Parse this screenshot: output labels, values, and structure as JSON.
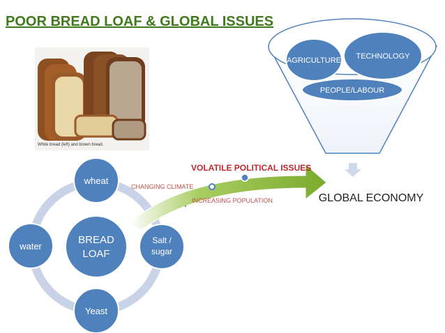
{
  "title": "POOR BREAD LOAF  & GLOBAL ISSUES",
  "photo": {
    "caption": "White bread (left) and brown bread.",
    "bread_crust": "#9a5a2a",
    "white_crumb": "#e9d7a8",
    "brown_crumb": "#b9a790"
  },
  "cycle": {
    "center_line1": "BREAD",
    "center_line2": "LOAF",
    "nodes": {
      "top": "wheat",
      "right_line1": "Salt /",
      "right_line2": "sugar",
      "bottom": "Yeast",
      "left": "water"
    },
    "node_color": "#4f81bd",
    "ring_color": "#c9d3e8"
  },
  "arrow": {
    "label_political": "VOLATILE POLITICAL ISSUES",
    "label_climate": "CHANGING CLIMATE",
    "label_population": "INCREASING POPULATION",
    "color": "#8dbb3a",
    "political_color": "#c0272d",
    "climate_color": "#c0504d"
  },
  "funnel": {
    "items": {
      "agriculture": "AGRICULTURE",
      "technology": "TECHNOLOGY",
      "people": "PEOPLE/LABOUR"
    },
    "output": "GLOBAL ECONOMY",
    "color": "#4f81bd"
  }
}
